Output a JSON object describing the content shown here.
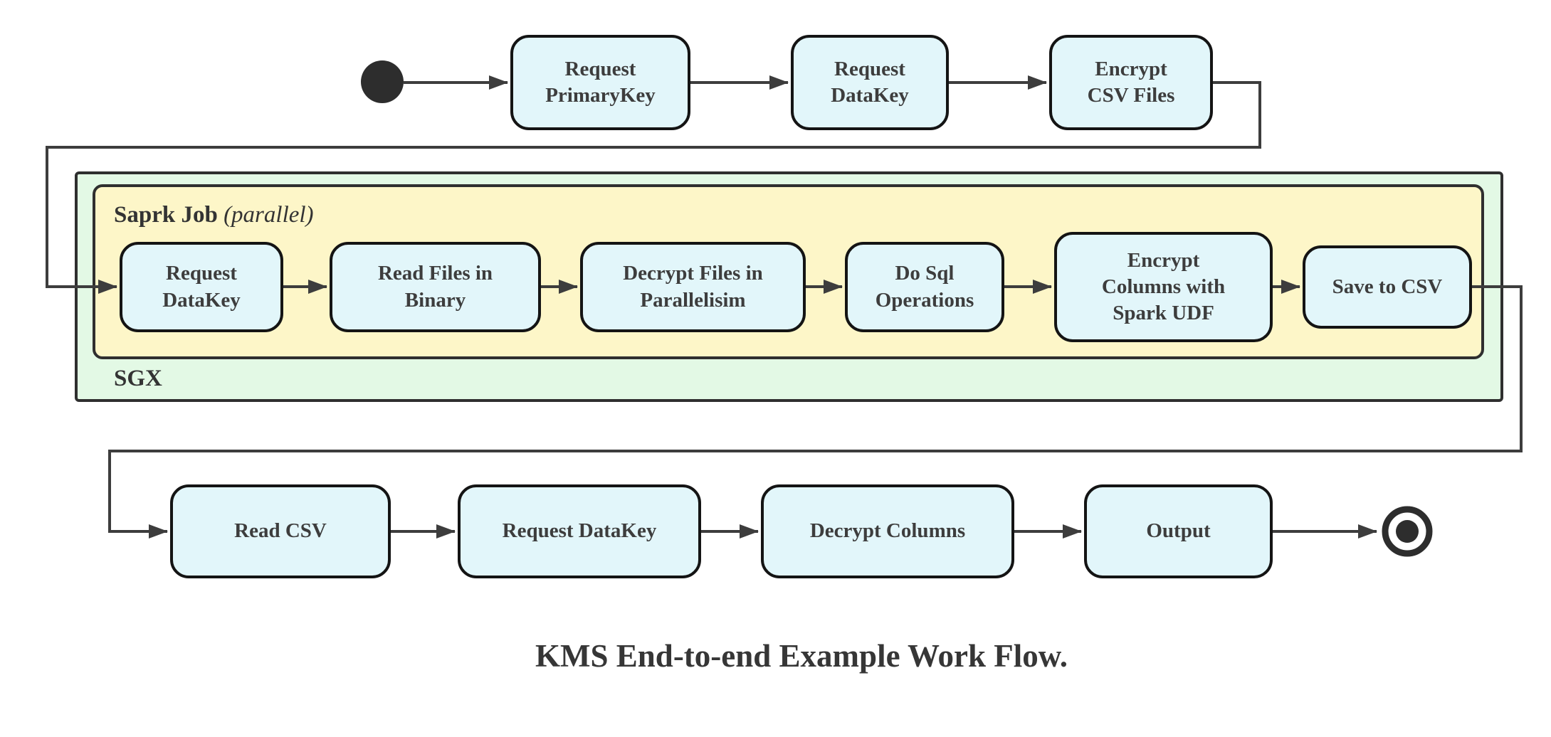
{
  "diagram": {
    "caption": "KMS End-to-end Example Work Flow.",
    "colors": {
      "node_fill": "#e2f6fa",
      "node_border": "#141414",
      "spark_container_fill": "#fdf6c8",
      "sgx_container_fill": "#e3f9e5",
      "container_border": "#2f2f2f",
      "connector": "#3d3d3d",
      "text": "#3d3d3d"
    },
    "top_row": {
      "nodes": [
        {
          "label": "Request\nPrimaryKey"
        },
        {
          "label": "Request\nDataKey"
        },
        {
          "label": "Encrypt\nCSV Files"
        }
      ]
    },
    "sgx_group": {
      "label": "SGX",
      "spark_group": {
        "title": "Saprk Job",
        "title_annotation": "(parallel)",
        "nodes": [
          {
            "label": "Request\nDataKey"
          },
          {
            "label": "Read Files in\nBinary"
          },
          {
            "label": "Decrypt Files in\nParallelisim"
          },
          {
            "label": "Do Sql\nOperations"
          },
          {
            "label": "Encrypt\nColumns with\nSpark UDF"
          },
          {
            "label": "Save to CSV"
          }
        ]
      }
    },
    "bottom_row": {
      "nodes": [
        {
          "label": "Read CSV"
        },
        {
          "label": "Request DataKey"
        },
        {
          "label": "Decrypt Columns"
        },
        {
          "label": "Output"
        }
      ]
    }
  }
}
